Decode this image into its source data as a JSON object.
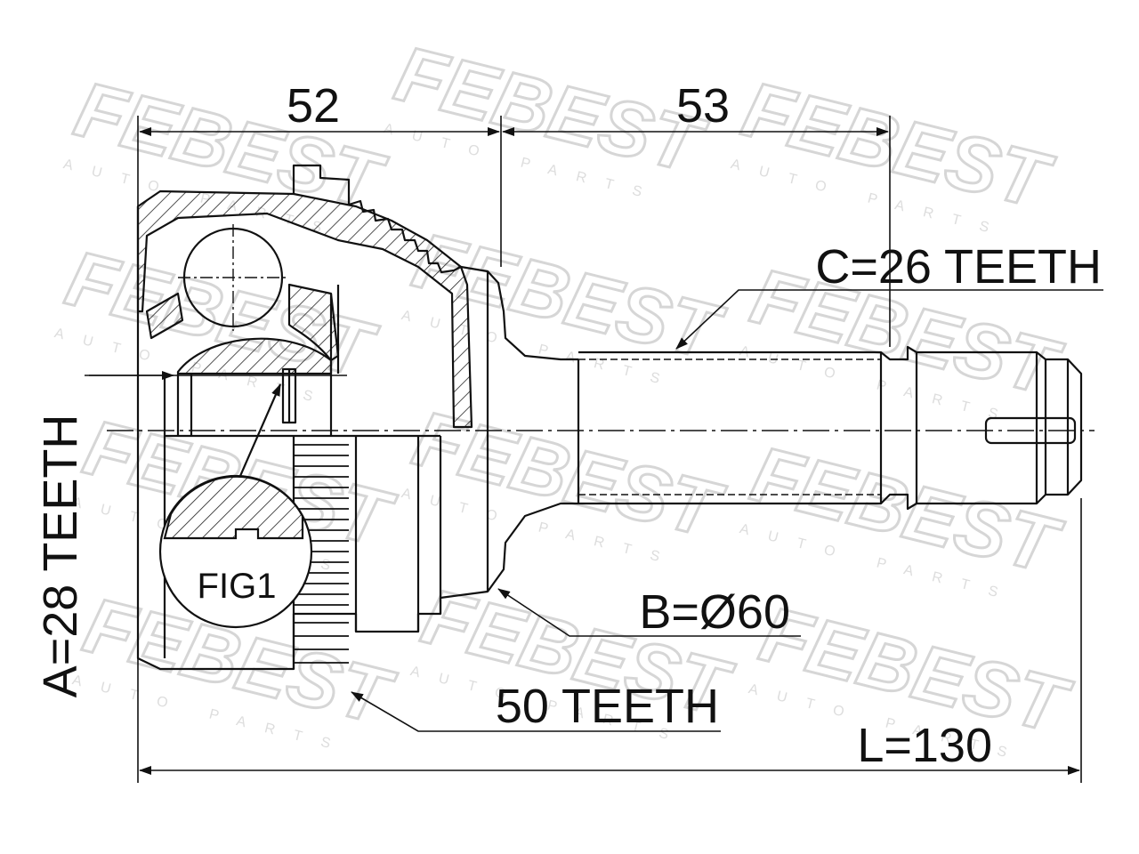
{
  "watermark": {
    "brand": "FEBEST",
    "tagline": "AUTO PARTS"
  },
  "dimensions": {
    "housing_length": "52",
    "shaft_length": "53",
    "total_length": "L=130"
  },
  "callouts": {
    "outer_spline": "C=26 TEETH",
    "seal_diameter": "B=Ø60",
    "abs_ring": "50 TEETH",
    "inner_spline": "A=28 TEETH",
    "detail_figure": "FIG1"
  },
  "colors": {
    "line": "#111111",
    "watermark": "#d6d6d6",
    "background": "#ffffff"
  }
}
